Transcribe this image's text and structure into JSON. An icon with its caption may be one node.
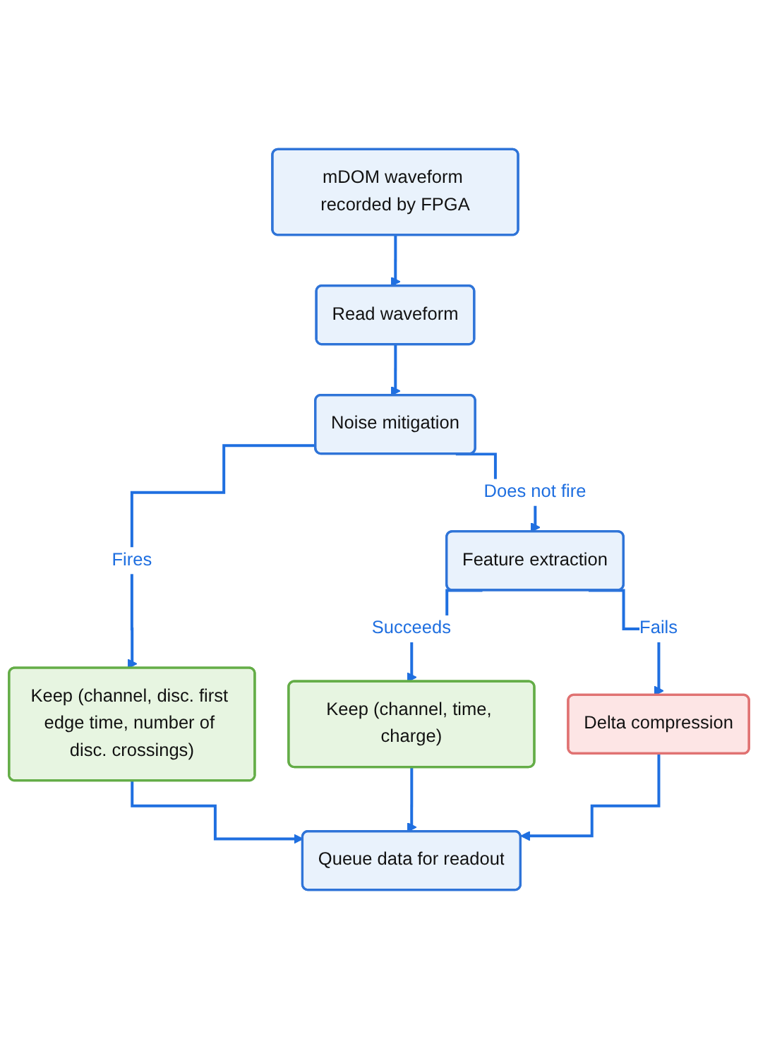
{
  "diagram": {
    "nodes": [
      {
        "text": [
          "mDOM waveform recorded by FPGA"
        ]
      },
      {
        "text": [
          "Read waveform"
        ]
      },
      {
        "text": [
          "Noise mitigation"
        ]
      },
      {
        "text": [
          "Feature extraction"
        ]
      },
      {
        "text": [
          "Keep (channel, disc. first edge time, number of disc. crossings)"
        ]
      },
      {
        "text": [
          "Keep (channel, time, charge)"
        ]
      },
      {
        "text": [
          "Delta compression"
        ]
      },
      {
        "text": [
          "Queue data for readout"
        ]
      }
    ],
    "edges": [
      {
        "from": 0,
        "to": 1,
        "arrow": "to"
      },
      {
        "from": 1,
        "to": 2,
        "arrow": "to"
      },
      {
        "from": 2,
        "to": 4,
        "label": "Fires",
        "arrow": "to"
      },
      {
        "from": 2,
        "to": 3,
        "label": "Does not fire",
        "arrow": "to"
      },
      {
        "from": 3,
        "to": 5,
        "label": "Succeeds",
        "arrow": "to"
      },
      {
        "from": 3,
        "to": 6,
        "label": "Fails",
        "arrow": "to"
      },
      {
        "from": 4,
        "to": 7,
        "arrow": "to"
      },
      {
        "from": 5,
        "to": 7,
        "arrow": "to"
      },
      {
        "from": 6,
        "to": 7,
        "arrow": "to"
      }
    ]
  }
}
